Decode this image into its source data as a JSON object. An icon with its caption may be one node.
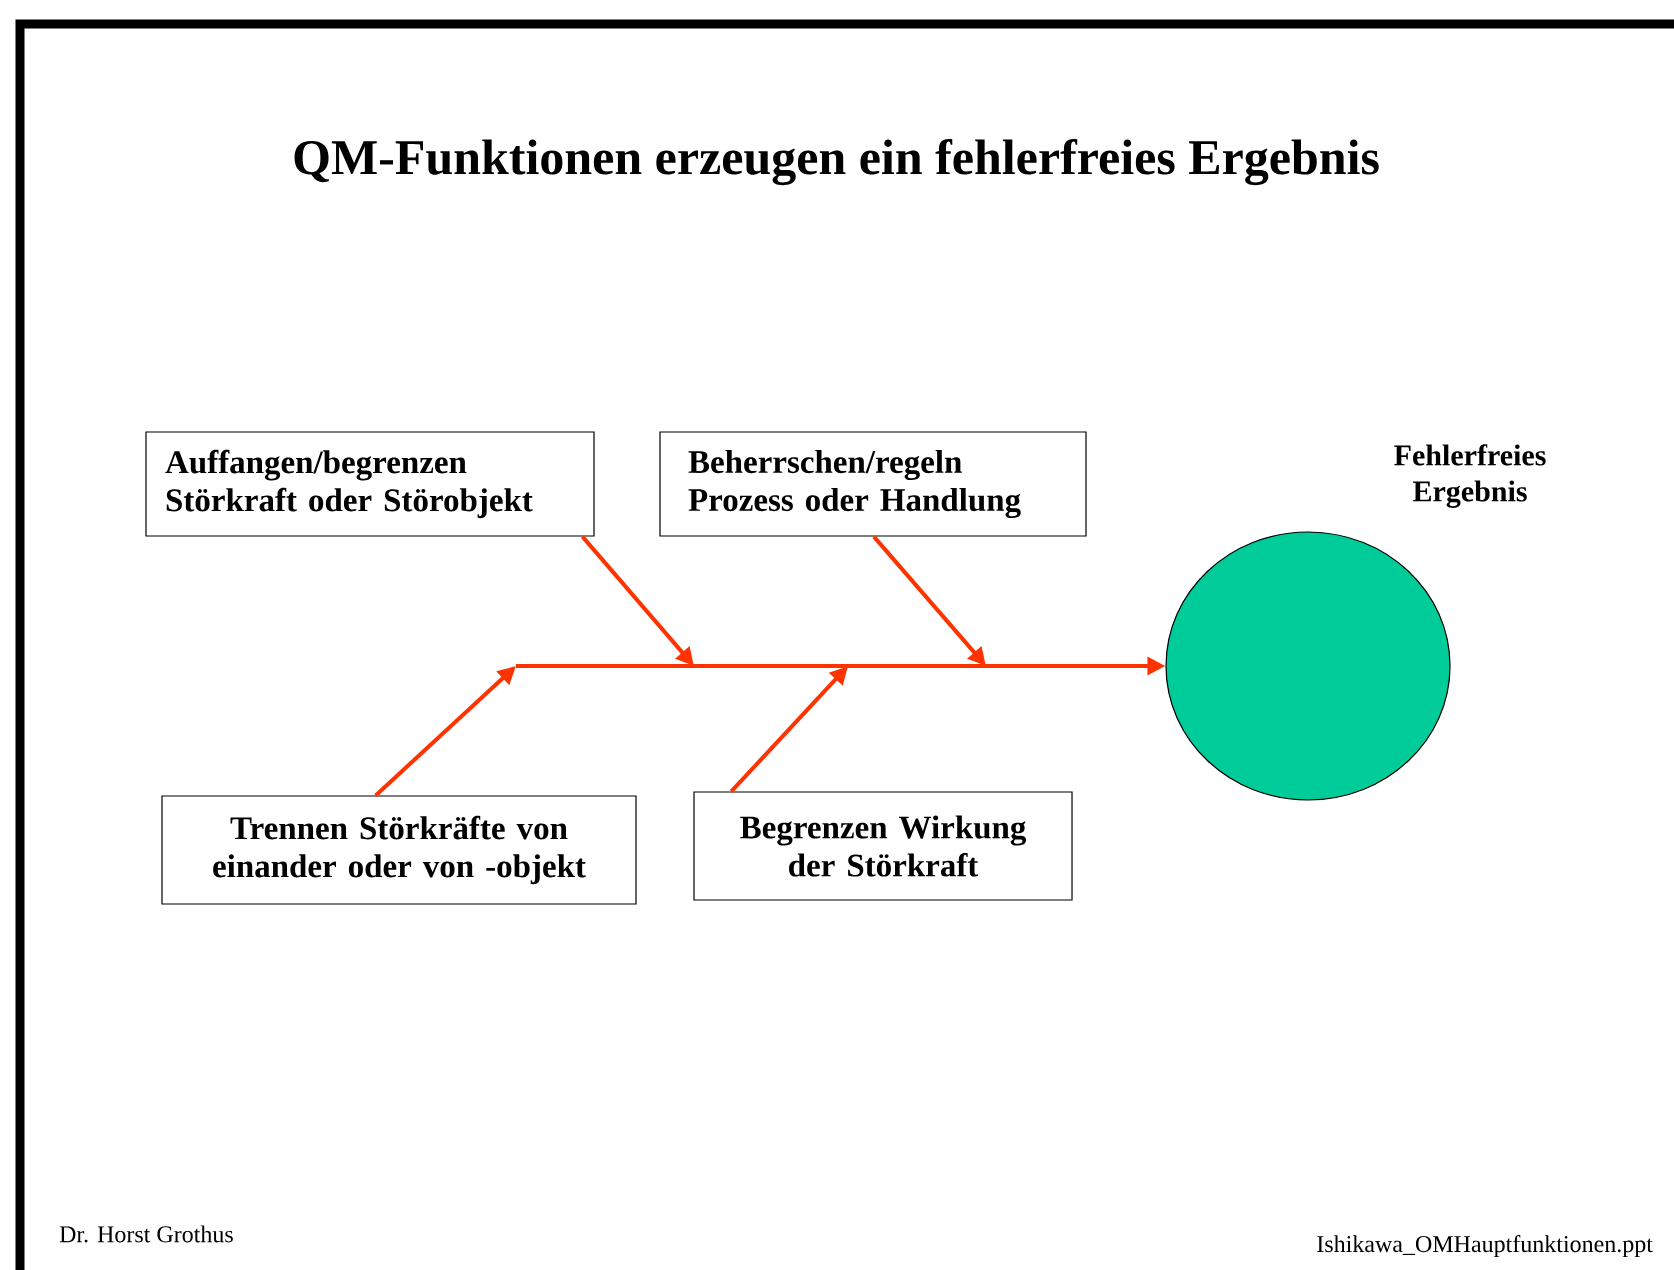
{
  "diagram": {
    "title": "QM-Funktionen erzeugen ein fehlerfreies Ergebnis",
    "nodes": [
      {
        "text": [
          "Auffangen/begrenzen Störkraft oder Störobjekt"
        ]
      },
      {
        "text": [
          "Beherrschen/regeln Prozess oder Handlung"
        ]
      },
      {
        "text": [
          "Trennen Störkräfte von einander oder von -objekt"
        ]
      },
      {
        "text": [
          "Begrenzen Wirkung der Störkraft"
        ]
      },
      {
        "text": [
          "Fehlerfreies Ergebnis"
        ]
      }
    ],
    "edges": [
      {
        "from": 0,
        "to": null,
        "arrow": "to"
      },
      {
        "from": 1,
        "to": null,
        "arrow": "to"
      },
      {
        "from": 2,
        "to": null,
        "arrow": "to"
      },
      {
        "from": 3,
        "to": null,
        "arrow": "to"
      },
      {
        "from": null,
        "to": 4,
        "arrow": "to"
      }
    ],
    "labels": [
      "Dr. Horst Grothus",
      "Ishikawa_OMHauptfunktionen.ppt"
    ]
  }
}
